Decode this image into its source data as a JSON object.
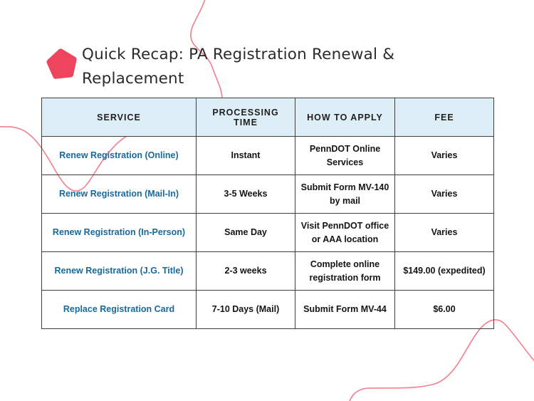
{
  "title": {
    "line1": "Quick Recap: PA Registration Renewal &",
    "line2": "Replacement"
  },
  "icons": {
    "title_bullet": "pentagon-icon",
    "decorations": [
      "squiggle-line-top-left",
      "squiggle-line-bottom-right"
    ]
  },
  "colors": {
    "pentagon": "#ef445e",
    "squiggle": "#f27e8e",
    "header_bg": "#ddeef6",
    "link_blue": "#19699c",
    "table_border": "#3f3f3f",
    "title_text": "#2b2b2b",
    "body_text": "#141414"
  },
  "table": {
    "headers": [
      "SERVICE",
      "PROCESSING TIME",
      "HOW TO APPLY",
      "FEE"
    ],
    "rows": [
      {
        "service": "Renew Registration (Online)",
        "processing_time": "Instant",
        "how_to_apply": "PennDOT Online Services",
        "fee": "Varies"
      },
      {
        "service": "Renew Registration (Mail-In)",
        "processing_time": "3-5 Weeks",
        "how_to_apply": "Submit Form MV-140 by mail",
        "fee": "Varies"
      },
      {
        "service": "Renew Registration (In-Person)",
        "processing_time": "Same Day",
        "how_to_apply": "Visit PennDOT office or AAA location",
        "fee": "Varies"
      },
      {
        "service": "Renew Registration (J.G. Title)",
        "processing_time": "2-3 weeks",
        "how_to_apply": "Complete online registration form",
        "fee": "$149.00 (expedited)"
      },
      {
        "service": "Replace Registration Card",
        "processing_time": "7-10 Days (Mail)",
        "how_to_apply": "Submit Form MV-44",
        "fee": "$6.00"
      }
    ]
  }
}
